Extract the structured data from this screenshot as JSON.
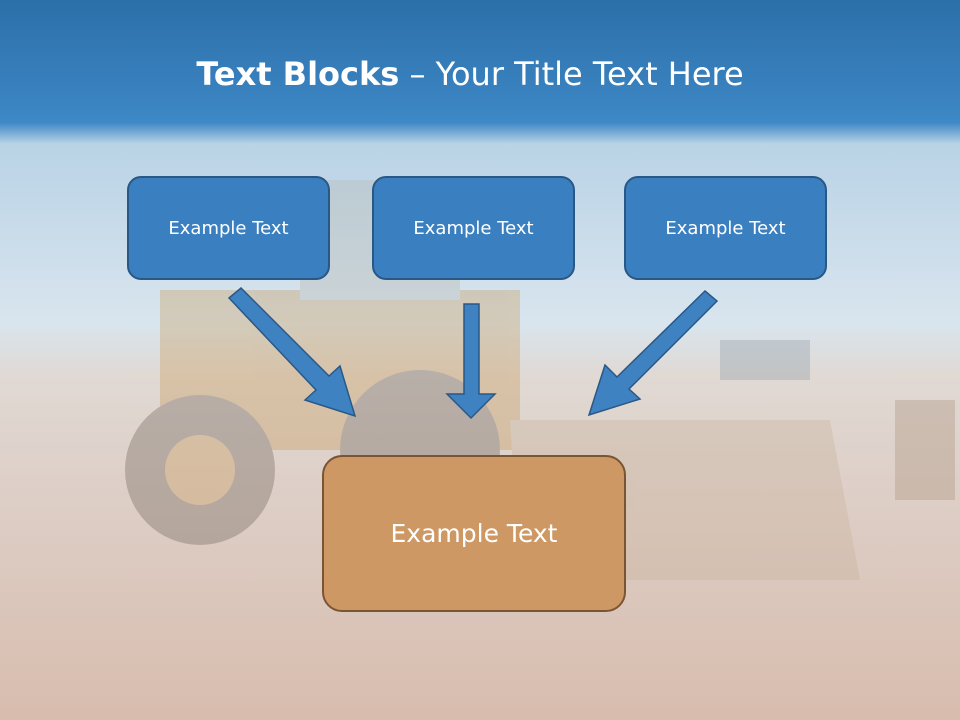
{
  "slide": {
    "title_bold": "Text Blocks",
    "title_rest": " – Your Title Text Here"
  },
  "diagram": {
    "top_boxes": [
      "Example Text",
      "Example Text",
      "Example Text"
    ],
    "bottom_box": "Example Text"
  },
  "colors": {
    "header_blue": "#2f73ad",
    "box_blue": "#3a7fc0",
    "box_blue_border": "#2a5885",
    "box_orange": "#cd9864",
    "box_orange_border": "#7a5534",
    "arrow_fill": "#3f82c2"
  }
}
